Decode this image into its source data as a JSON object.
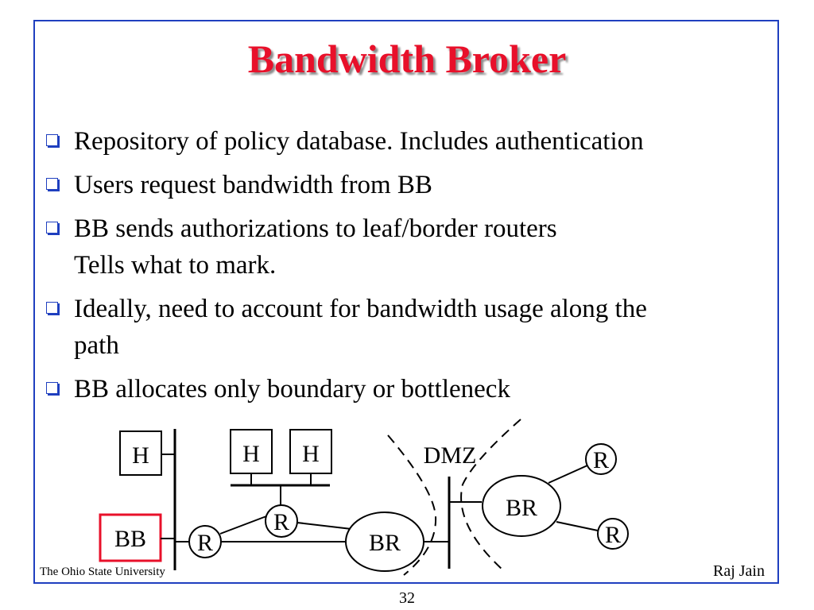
{
  "slide": {
    "title": "Bandwidth Broker",
    "bullets": [
      {
        "line1": "Repository of policy database. Includes authentication",
        "line2": ""
      },
      {
        "line1": "Users request bandwidth from BB",
        "line2": ""
      },
      {
        "line1": "BB sends authorizations to leaf/border routers",
        "line2": "Tells what to mark."
      },
      {
        "line1": "Ideally, need to account for bandwidth usage along the",
        "line2": "path"
      },
      {
        "line1": "BB allocates only boundary or bottleneck",
        "line2": ""
      }
    ],
    "footer_left": "The Ohio State University",
    "footer_right": "Raj Jain",
    "page_number": "32"
  },
  "diagram": {
    "host_label": "H",
    "bb_label": "BB",
    "router_label": "R",
    "border_router_label": "BR",
    "dmz_label": "DMZ"
  },
  "colors": {
    "title": "#e8102a",
    "frame": "#1f3fbf",
    "bb_box": "#e8102a",
    "bullet_box": "#1f3fbf"
  }
}
